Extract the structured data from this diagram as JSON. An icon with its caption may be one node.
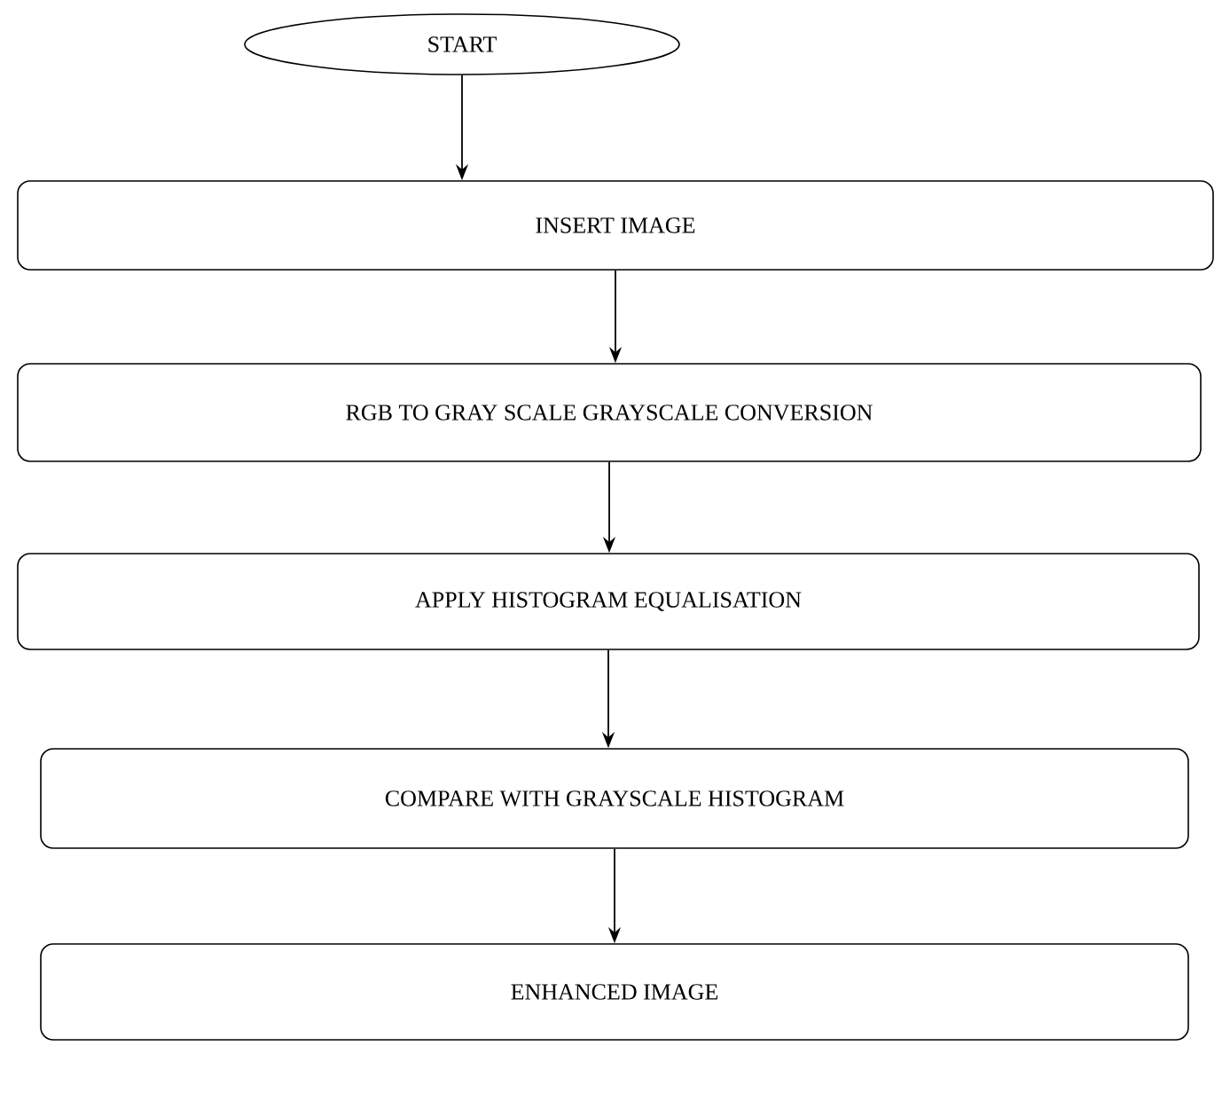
{
  "diagram": {
    "nodes": [
      {
        "text": [
          "START"
        ]
      },
      {
        "text": [
          "INSERT IMAGE"
        ]
      },
      {
        "text": [
          "RGB TO GRAY SCALE GRAYSCALE CONVERSION"
        ]
      },
      {
        "text": [
          "APPLY HISTOGRAM EQUALISATION"
        ]
      },
      {
        "text": [
          "COMPARE WITH GRAYSCALE HISTOGRAM"
        ]
      },
      {
        "text": [
          "ENHANCED IMAGE"
        ]
      }
    ],
    "edges": [
      {
        "from": 0,
        "to": 1,
        "arrow": "to"
      },
      {
        "from": 1,
        "to": 2,
        "arrow": "to"
      },
      {
        "from": 2,
        "to": 3,
        "arrow": "to"
      },
      {
        "from": 3,
        "to": 4,
        "arrow": "to"
      },
      {
        "from": 4,
        "to": 5,
        "arrow": "to"
      }
    ]
  }
}
